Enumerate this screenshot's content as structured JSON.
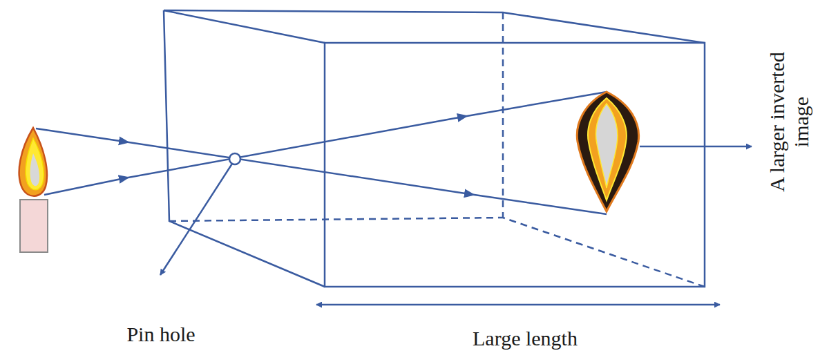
{
  "diagram": {
    "labels": [
      "Pin hole",
      "A larger inverted image",
      "Large length"
    ]
  }
}
